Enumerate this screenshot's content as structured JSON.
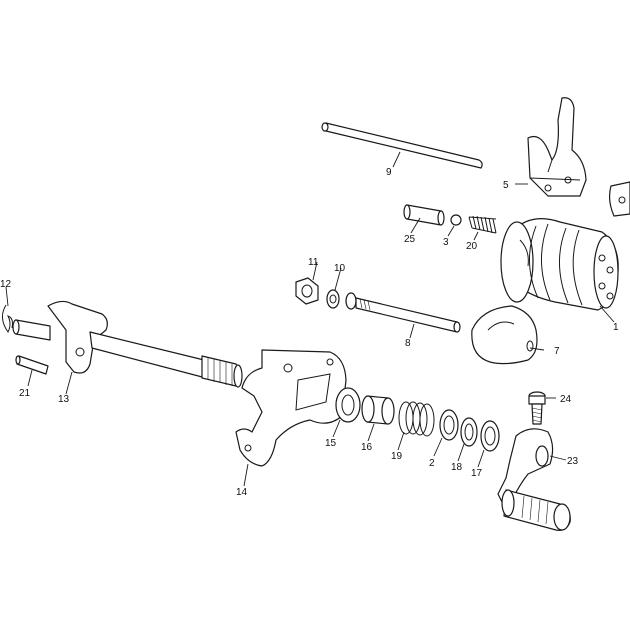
{
  "callouts": [
    {
      "id": "p1",
      "label": "1"
    },
    {
      "id": "p2",
      "label": "2"
    },
    {
      "id": "p3",
      "label": "3"
    },
    {
      "id": "p5",
      "label": "5"
    },
    {
      "id": "p7",
      "label": "7"
    },
    {
      "id": "p8",
      "label": "8"
    },
    {
      "id": "p9",
      "label": "9"
    },
    {
      "id": "p10",
      "label": "10"
    },
    {
      "id": "p11",
      "label": "11"
    },
    {
      "id": "p12",
      "label": "12"
    },
    {
      "id": "p13",
      "label": "13"
    },
    {
      "id": "p14",
      "label": "14"
    },
    {
      "id": "p15",
      "label": "15"
    },
    {
      "id": "p16",
      "label": "16"
    },
    {
      "id": "p17",
      "label": "17"
    },
    {
      "id": "p18",
      "label": "18"
    },
    {
      "id": "p19",
      "label": "19"
    },
    {
      "id": "p20",
      "label": "20"
    },
    {
      "id": "p21",
      "label": "21"
    },
    {
      "id": "p23",
      "label": "23"
    },
    {
      "id": "p24",
      "label": "24"
    },
    {
      "id": "p25",
      "label": "25"
    }
  ]
}
